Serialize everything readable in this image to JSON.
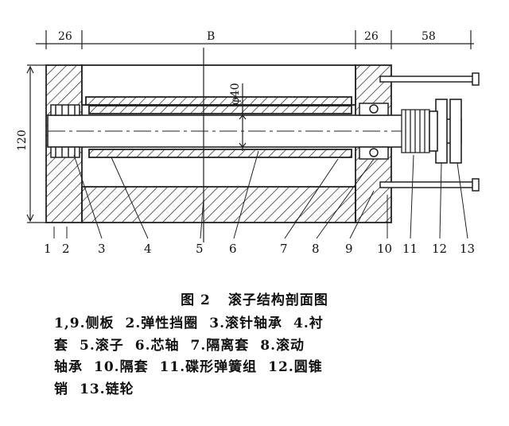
{
  "dimensions": {
    "d26_left": "26",
    "d_B": "B",
    "d26_right": "26",
    "d58": "58",
    "d120": "120",
    "phi40": "φ40"
  },
  "part_numbers": [
    "1",
    "2",
    "3",
    "4",
    "5",
    "6",
    "7",
    "8",
    "9",
    "10",
    "11",
    "12",
    "13"
  ],
  "caption": {
    "figure_no": "图 2",
    "title": "滚子结构剖面图"
  },
  "legend": {
    "rows": [
      [
        "1,9.侧板",
        "2.弹性挡圈",
        "3.滚针轴承",
        "4.衬"
      ],
      [
        "套",
        "5.滚子",
        "6.芯轴",
        "7.隔离套",
        "8.滚动"
      ],
      [
        "轴承",
        "10.隔套",
        "11.碟形弹簧组",
        "12.圆锥"
      ],
      [
        "销",
        "13.链轮"
      ]
    ]
  }
}
